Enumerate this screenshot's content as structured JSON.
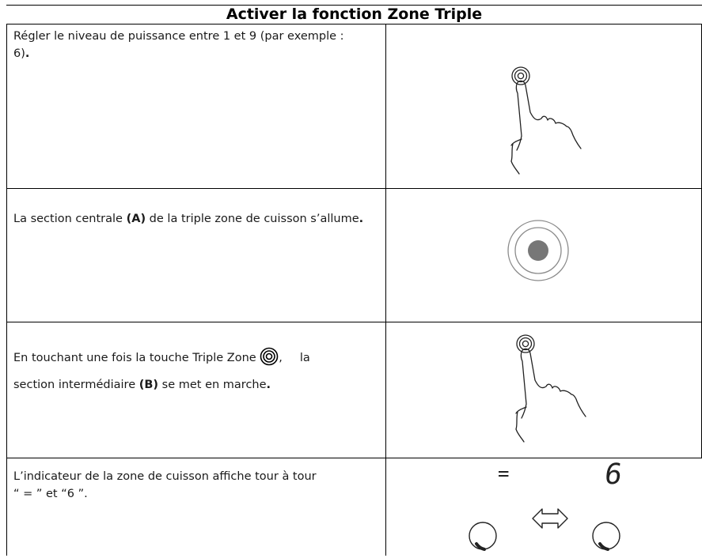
{
  "title": "Activer la fonction Zone Triple",
  "rows": [
    {
      "text_parts": [
        "Régler le niveau de puissance entre 1 et 9 (par exemple : 6)",
        "."
      ],
      "illustration": "finger-pressing-triple-zone-key"
    },
    {
      "text_parts": [
        "La section centrale ",
        "(A)",
        " de la triple zone de cuisson s’allume",
        "."
      ],
      "illustration": "triple-zone-center-lit"
    },
    {
      "text_parts": [
        "En touchant une fois la touche Triple Zone",
        ",",
        "la",
        "section intermédiaire ",
        "(B)",
        " se met en marche",
        "."
      ],
      "icon": "triple-zone-key-icon",
      "illustration": "finger-pressing-triple-zone-key"
    },
    {
      "text_parts": [
        "L’indicateur de la zone de cuisson affiche tour à tour",
        "“ = ” et “6 ”."
      ],
      "display_left": "=",
      "display_right": "6",
      "illustration": "display-alternating-arrows"
    }
  ]
}
